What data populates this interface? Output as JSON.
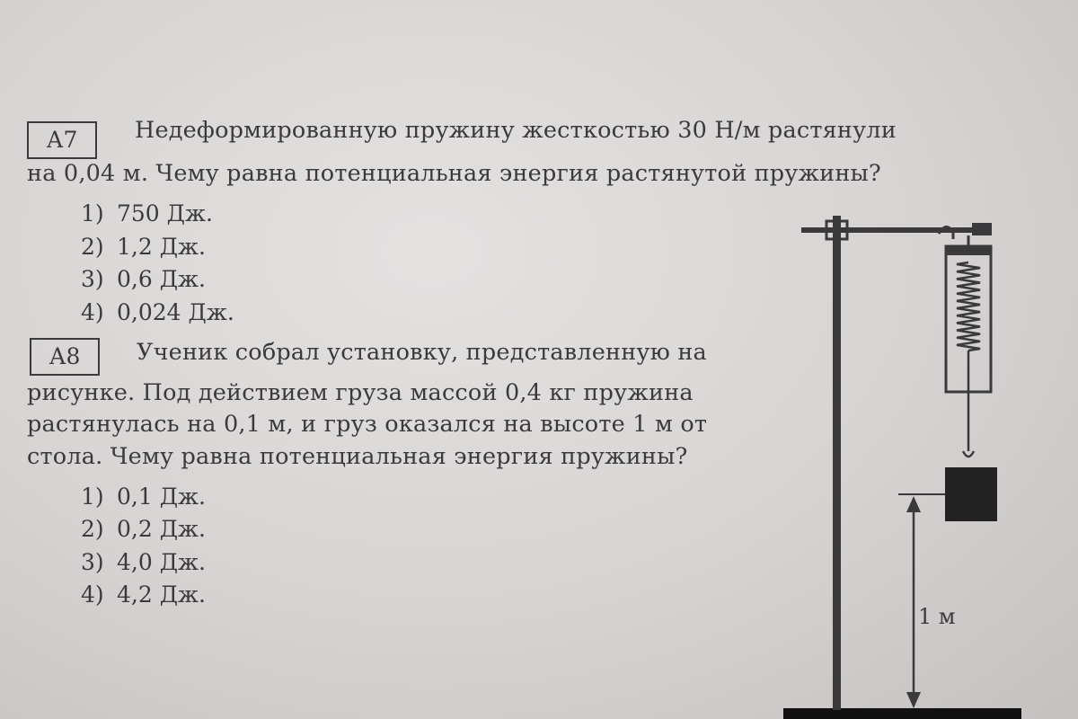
{
  "a7": {
    "label": "А7",
    "lines": [
      "Недеформированную пружину жесткостью 30 Н/м растянули",
      "на 0,04 м. Чему равна потенциальная энергия растянутой пружины?"
    ],
    "options": [
      {
        "num": "1)",
        "text": "750 Дж."
      },
      {
        "num": "2)",
        "text": "1,2 Дж."
      },
      {
        "num": "3)",
        "text": "0,6 Дж."
      },
      {
        "num": "4)",
        "text": "0,024 Дж."
      }
    ]
  },
  "a8": {
    "label": "А8",
    "lines": [
      "Ученик собрал установку, представленную на",
      "рисунке. Под действием груза массой 0,4 кг пружина",
      "растянулась на 0,1 м, и груз оказался на высоте 1 м от",
      "стола. Чему равна потенциальная энергия пружины?"
    ],
    "options": [
      {
        "num": "1)",
        "text": "0,1 Дж."
      },
      {
        "num": "2)",
        "text": "0,2 Дж."
      },
      {
        "num": "3)",
        "text": "4,0 Дж."
      },
      {
        "num": "4)",
        "text": "4,2 Дж."
      }
    ]
  },
  "figure": {
    "height_label": "1 м"
  }
}
